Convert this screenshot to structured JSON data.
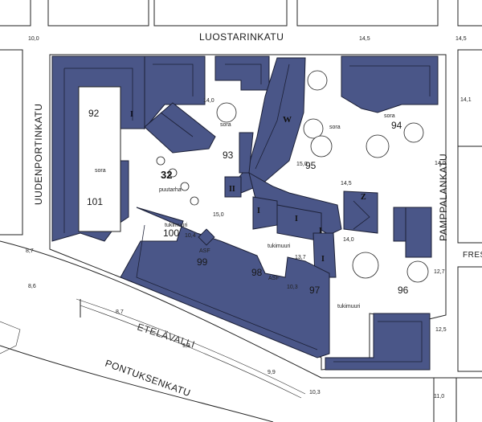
{
  "streets": {
    "north": "LUOSTARINKATU",
    "west": "UUDENPORTINKATU",
    "east": "PAMPPALANKATU",
    "south_inner": "ETELÄVALLI",
    "south_outer": "PONTUKSENKATU",
    "east_cut": "FRESI"
  },
  "block_number": "32",
  "plots": [
    "92",
    "101",
    "100",
    "93",
    "99",
    "98",
    "95",
    "94",
    "97",
    "96"
  ],
  "building_labels": [
    "I",
    "I",
    "I",
    "I",
    "I",
    "II",
    "W",
    "Z"
  ],
  "annotations": {
    "sora": "sora",
    "puutarha": "puutarha",
    "tukimuuri": "tukimuuri",
    "asf": "ASF"
  },
  "elevations": [
    "10,0",
    "14,5",
    "14,5",
    "14,1",
    "8,7",
    "8,6",
    "8,7",
    "9,3",
    "9,9",
    "10,3",
    "11,0",
    "12,5",
    "12,7",
    "14,0",
    "14,0",
    "15,0",
    "15,0",
    "14,5",
    "10,4",
    "13,7",
    "10,3",
    "14,0"
  ],
  "colors": {
    "building": "#4a5688",
    "outline": "#1c2036",
    "background": "#ffffff"
  }
}
